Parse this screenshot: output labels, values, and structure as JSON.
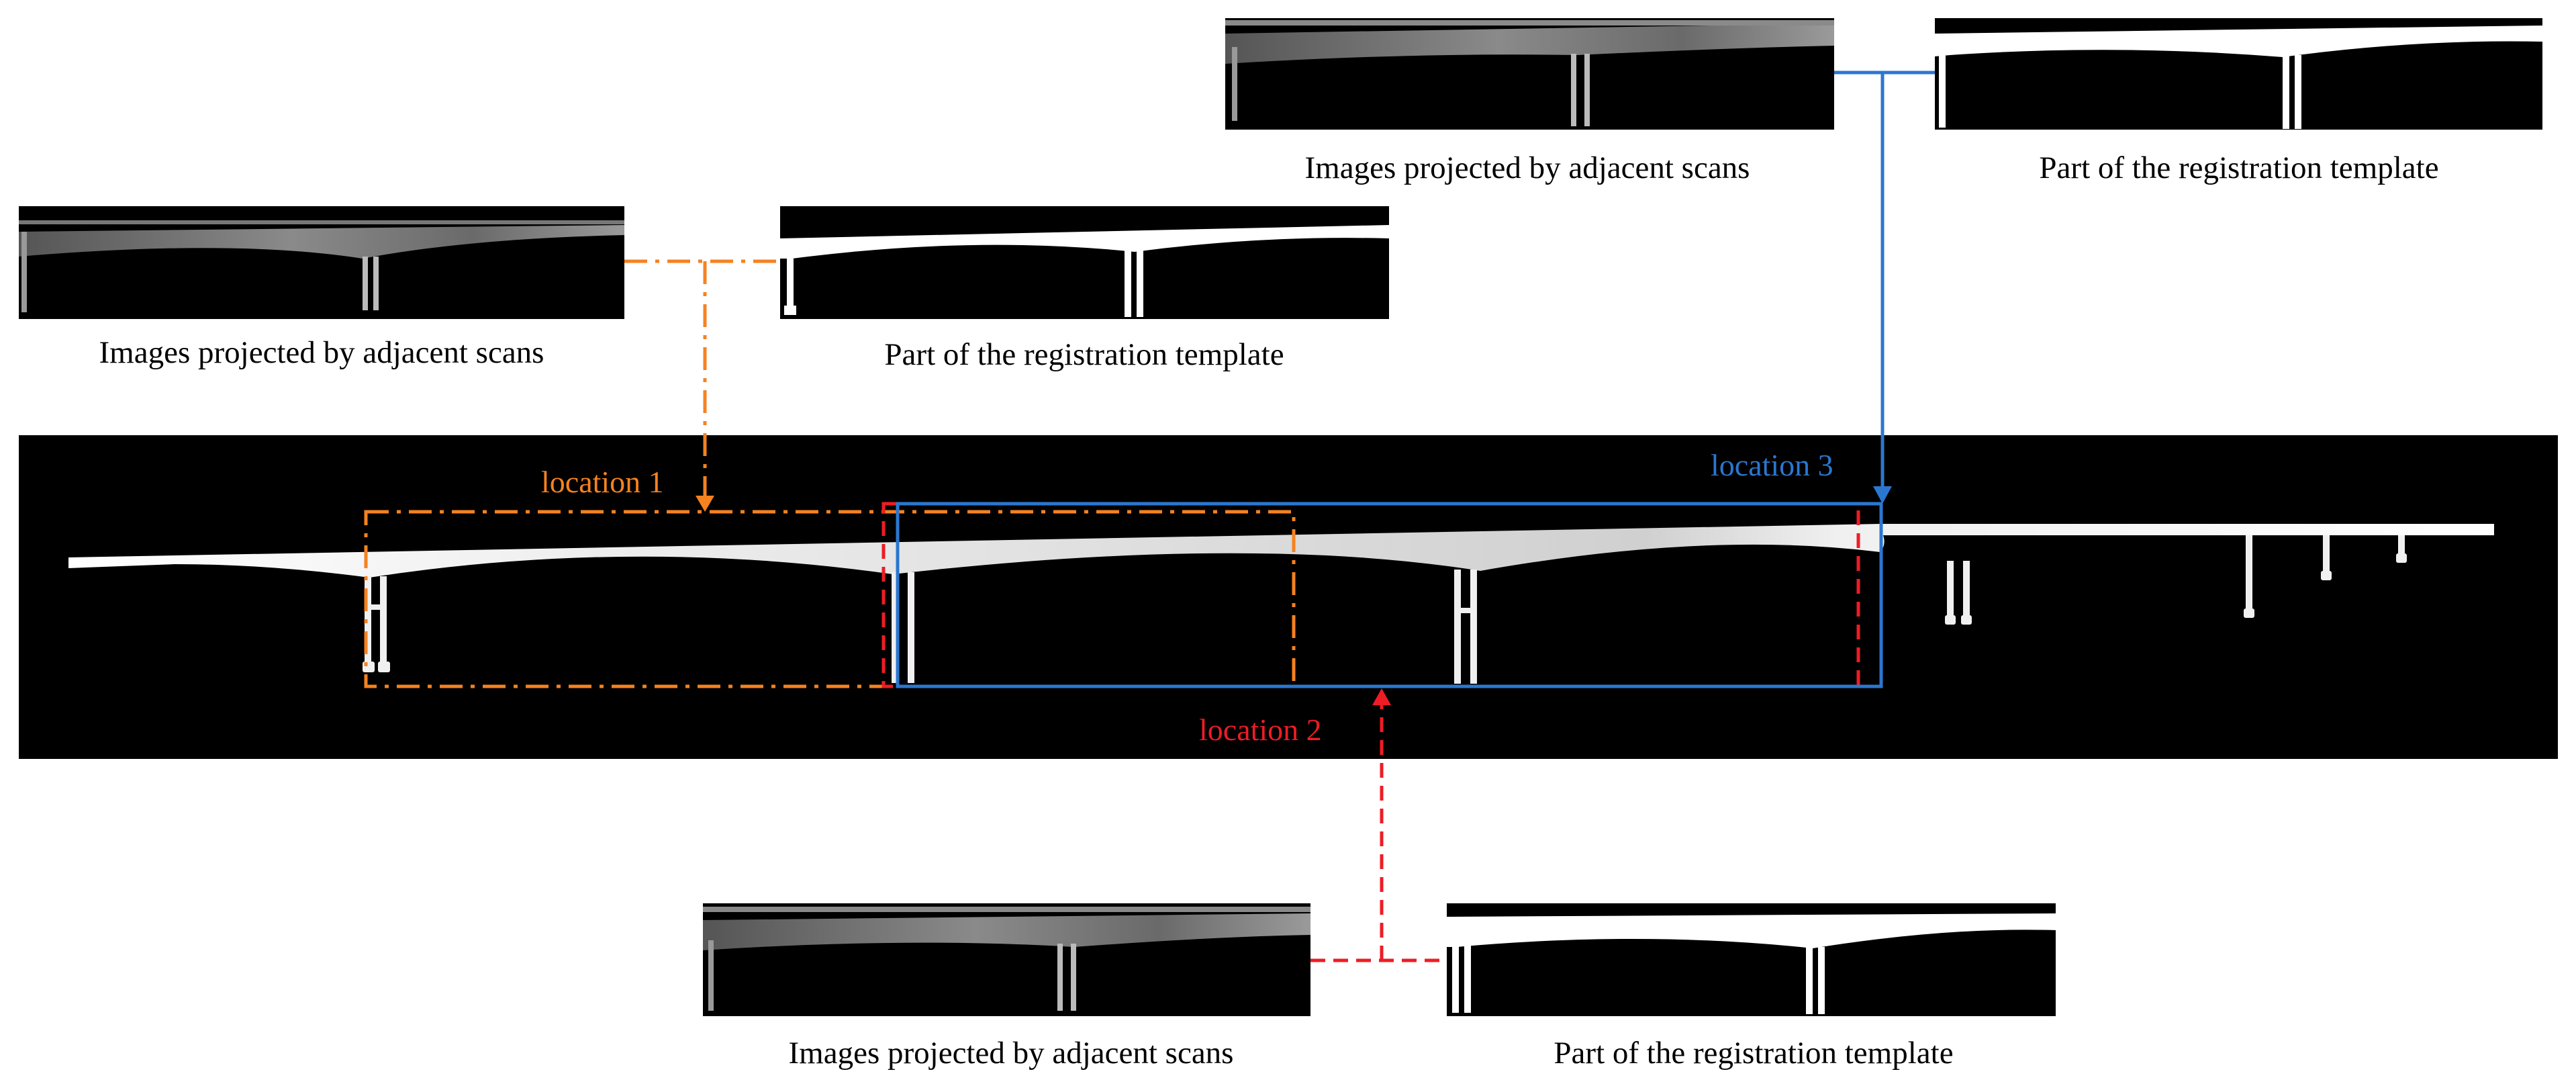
{
  "colors": {
    "location_1": "#f58220",
    "location_2": "#ee1c25",
    "location_3": "#2b77d0",
    "background_panel": "#000000",
    "bridge": "#ffffff"
  },
  "main_panel": {
    "labels": {
      "location_1": "location  1",
      "location_2": "location  2",
      "location_3": "location  3"
    }
  },
  "groups": {
    "location_1": {
      "scan_caption": "Images projected by adjacent scans",
      "template_caption": "Part of the registration template"
    },
    "location_2": {
      "scan_caption": "Images projected by adjacent scans",
      "template_caption": "Part of the registration template"
    },
    "location_3": {
      "scan_caption": "Images projected by adjacent scans",
      "template_caption": "Part of the registration template"
    }
  }
}
